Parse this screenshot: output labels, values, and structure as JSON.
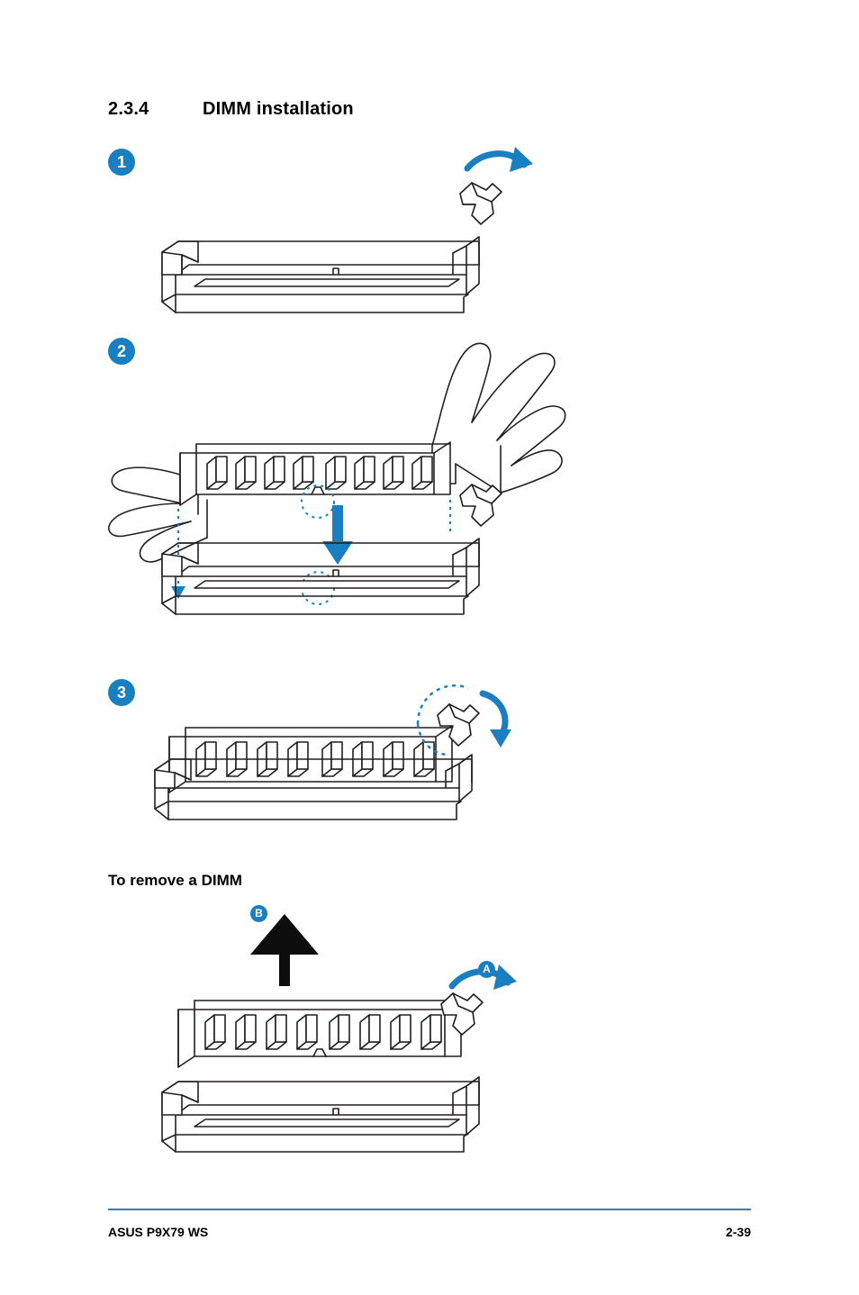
{
  "document": {
    "section_number": "2.3.4",
    "section_title": "DIMM installation",
    "subsection_title": "To remove a DIMM",
    "footer_left": "ASUS P9X79 WS",
    "footer_right": "2-39",
    "accent_color": "#1a7fc1",
    "line_color": "#231f20"
  },
  "figures": {
    "install_steps": [
      {
        "label": "1",
        "caption": ""
      },
      {
        "label": "2",
        "caption": ""
      },
      {
        "label": "3",
        "caption": ""
      }
    ],
    "remove_steps": [
      {
        "label": "A",
        "caption": ""
      },
      {
        "label": "B",
        "caption": ""
      }
    ]
  }
}
